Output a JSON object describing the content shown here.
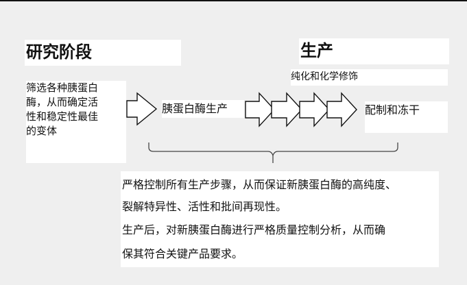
{
  "research": {
    "heading": "研究阶段",
    "description_lines": [
      "筛选各种胰蛋白",
      "酶，从而确定活",
      "性和稳定性最佳",
      "的变体"
    ]
  },
  "production": {
    "heading": "生产",
    "modification": "纯化和化学修饰",
    "product": "胰蛋白酶生产",
    "final_step": "配制和冻干"
  },
  "summary": {
    "lines": [
      "严格控制所有生产步骤，从而保证新胰蛋白酶的高纯度、",
      "裂解特异性、活性和批间再现性。",
      "生产后，对新胰蛋白酶进行严格质量控制分析，从而确",
      "保其符合关键产品要求。"
    ]
  }
}
